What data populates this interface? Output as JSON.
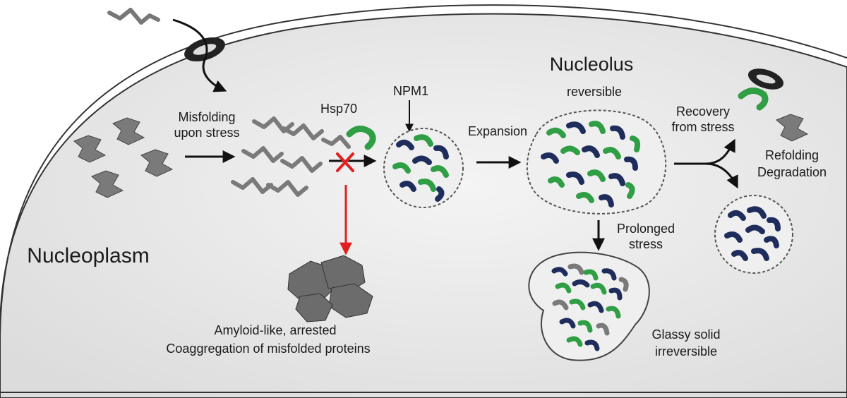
{
  "regions": {
    "nucleolus": "Nucleolus",
    "nucleoplasm": "Nucleoplasm"
  },
  "labels": {
    "misfolding_line1": "Misfolding",
    "misfolding_line2": "upon stress",
    "hsp70": "Hsp70",
    "npm1": "NPM1",
    "expansion": "Expansion",
    "reversible": "reversible",
    "recovery_line1": "Recovery",
    "recovery_line2": "from stress",
    "refolding": "Refolding",
    "degradation": "Degradation",
    "prolonged_line1": "Prolonged",
    "prolonged_line2": "stress",
    "glassy_line1": "Glassy solid",
    "glassy_line2": "irreversible",
    "amyloid_line1": "Amyloid-like, arrested",
    "amyloid_line2": "Coaggregation of misfolded proteins"
  },
  "colors": {
    "npm1_protein": "#1f2d5c",
    "hsp70_protein": "#2f9e44",
    "misfolded_protein": "#7a7a7a",
    "inhibition_arrow": "#e02020",
    "nucleus_fill": "#e9e9e9"
  }
}
